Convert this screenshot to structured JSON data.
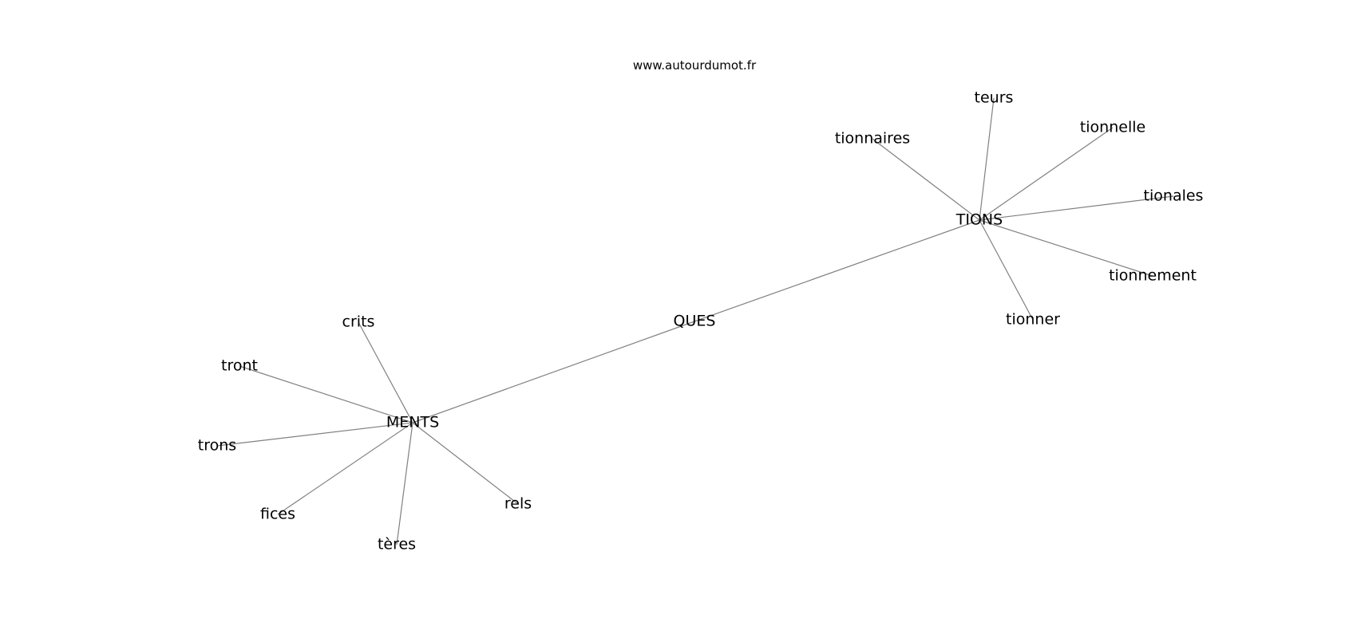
{
  "source": "www.autourdumot.fr",
  "colors": {
    "background": "#ffffff",
    "edge": "#808080",
    "text": "#000000"
  },
  "graph": {
    "nodes": [
      {
        "id": "ques",
        "label": "QUES"
      },
      {
        "id": "tions",
        "label": "TIONS"
      },
      {
        "id": "ments",
        "label": "MENTS"
      },
      {
        "id": "teurs",
        "label": "teurs"
      },
      {
        "id": "tionnaires",
        "label": "tionnaires"
      },
      {
        "id": "tionnelle",
        "label": "tionnelle"
      },
      {
        "id": "tionales",
        "label": "tionales"
      },
      {
        "id": "tionnement",
        "label": "tionnement"
      },
      {
        "id": "tionner",
        "label": "tionner"
      },
      {
        "id": "crits",
        "label": "crits"
      },
      {
        "id": "tront",
        "label": "tront"
      },
      {
        "id": "trons",
        "label": "trons"
      },
      {
        "id": "fices",
        "label": "fices"
      },
      {
        "id": "teres",
        "label": "tères"
      },
      {
        "id": "rels",
        "label": "rels"
      }
    ],
    "edges": [
      {
        "from": "ques",
        "to": "tions"
      },
      {
        "from": "ques",
        "to": "ments"
      },
      {
        "from": "tions",
        "to": "teurs"
      },
      {
        "from": "tions",
        "to": "tionnaires"
      },
      {
        "from": "tions",
        "to": "tionnelle"
      },
      {
        "from": "tions",
        "to": "tionales"
      },
      {
        "from": "tions",
        "to": "tionnement"
      },
      {
        "from": "tions",
        "to": "tionner"
      },
      {
        "from": "ments",
        "to": "crits"
      },
      {
        "from": "ments",
        "to": "tront"
      },
      {
        "from": "ments",
        "to": "trons"
      },
      {
        "from": "ments",
        "to": "fices"
      },
      {
        "from": "ments",
        "to": "teres"
      },
      {
        "from": "ments",
        "to": "rels"
      }
    ]
  }
}
